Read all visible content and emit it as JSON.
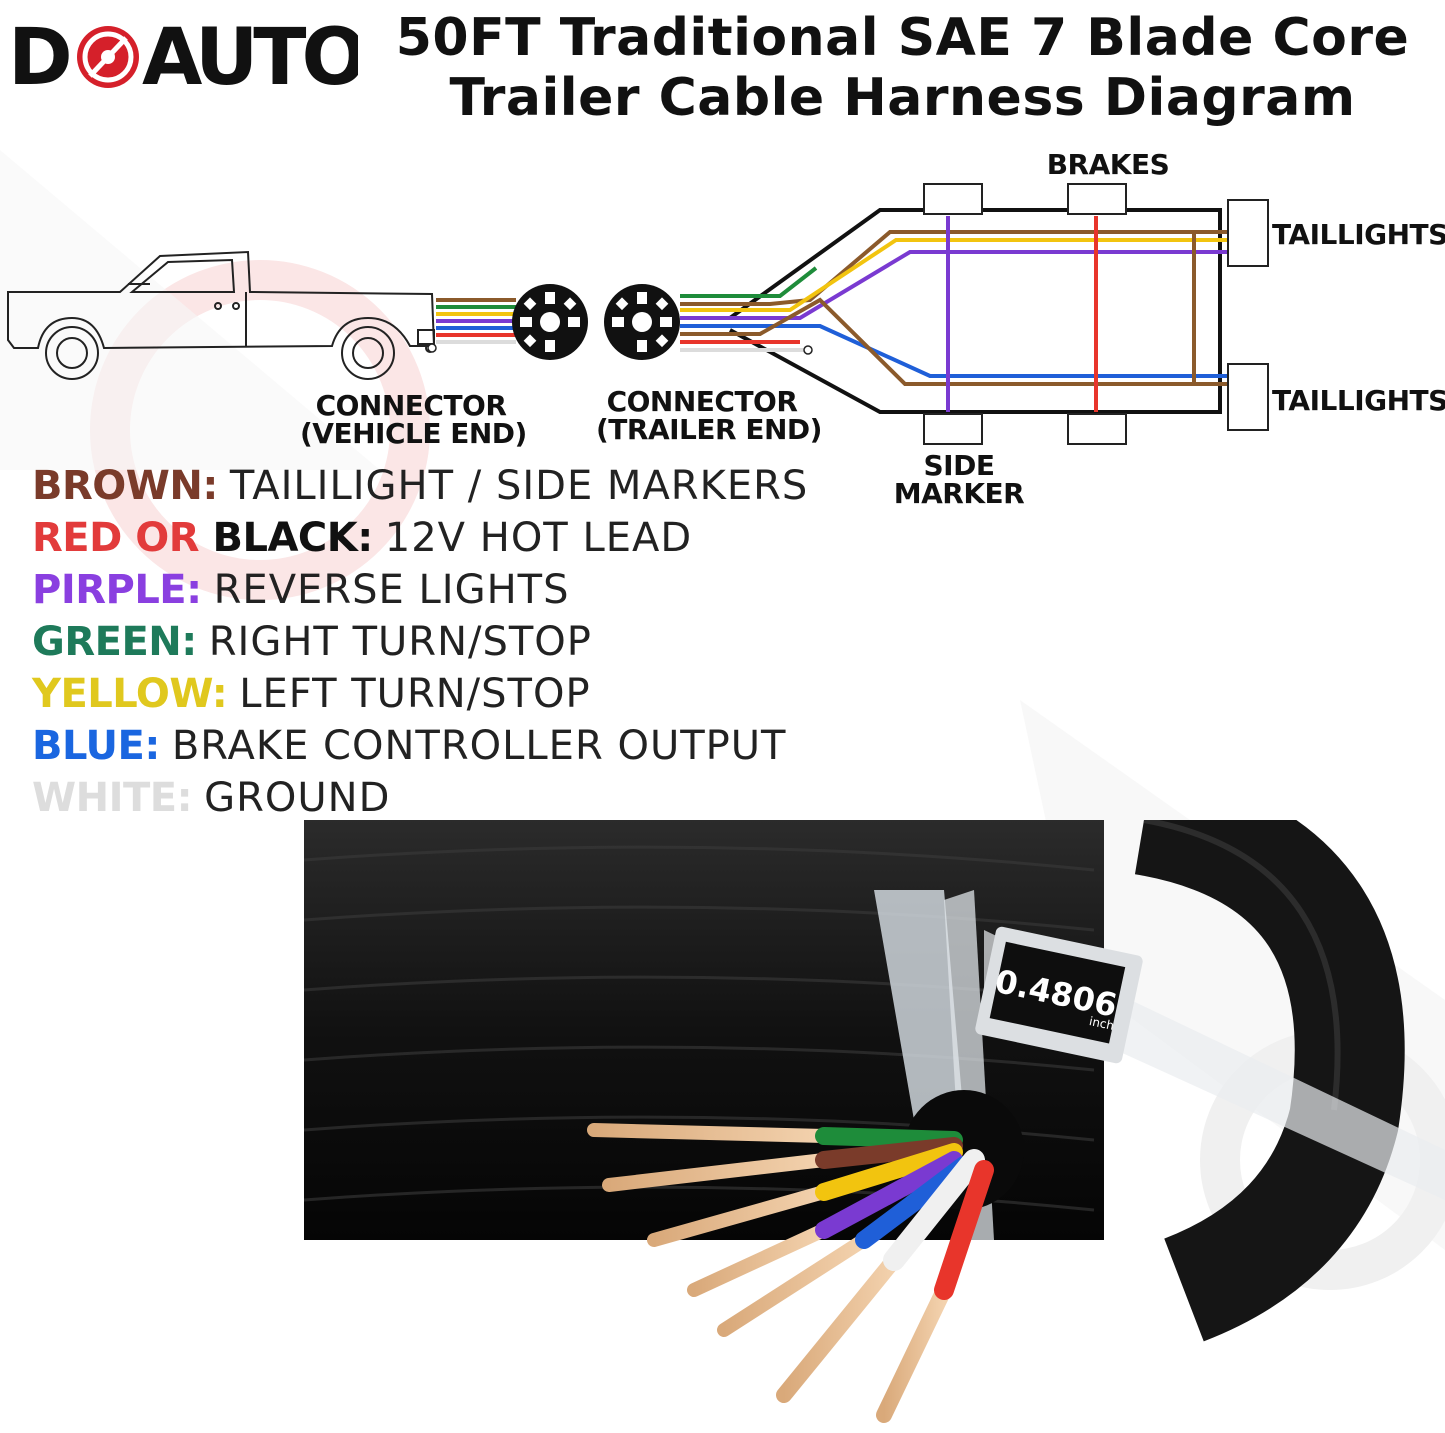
{
  "brand": {
    "name": "DOAUTO",
    "accent_color": "#d5202a"
  },
  "title": {
    "line1": "50FT Traditional SAE 7 Blade Core",
    "line2": "Trailer Cable Harness Diagram"
  },
  "diagram": {
    "labels": {
      "brakes": "BRAKES",
      "taillights_top": "TAILLIGHTS",
      "taillights_bottom": "TAILLIGHTS",
      "connector_vehicle_line1": "CONNECTOR",
      "connector_vehicle_line2": "(VEHICLE END)",
      "connector_trailer_line1": "CONNECTOR",
      "connector_trailer_line2": "(TRAILER END)",
      "side_marker_line1": "SIDE",
      "side_marker_line2": "MARKER"
    },
    "wire_colors": {
      "brown": "#8b5a2b",
      "red": "#e8352b",
      "purple": "#7a3ad1",
      "green": "#1e8c3a",
      "yellow": "#f2c40f",
      "blue": "#1f5fd8",
      "white": "#dcdcdc"
    }
  },
  "legend": [
    {
      "parts": [
        {
          "text": "BROWN:",
          "color": "#7a3b2a"
        }
      ],
      "value": "TAILILIGHT /  SIDE MARKERS"
    },
    {
      "parts": [
        {
          "text": "RED OR ",
          "color": "#e23b3b"
        },
        {
          "text": "BLACK:",
          "color": "#111111"
        }
      ],
      "value": "12V HOT LEAD"
    },
    {
      "parts": [
        {
          "text": "PIRPLE:",
          "color": "#8a3fe0"
        }
      ],
      "value": "REVERSE LIGHTS"
    },
    {
      "parts": [
        {
          "text": "GREEN:",
          "color": "#1e7a5a"
        }
      ],
      "value": "RIGHT TURN/STOP"
    },
    {
      "parts": [
        {
          "text": "YELLOW:",
          "color": "#e0c81e"
        }
      ],
      "value": "LEFT TURN/STOP"
    },
    {
      "parts": [
        {
          "text": "BLUE:",
          "color": "#1a66e0"
        }
      ],
      "value": "BRAKE CONTROLLER OUTPUT"
    },
    {
      "parts": [
        {
          "text": "WHITE:",
          "color": "#dddddd"
        }
      ],
      "value": "GROUND"
    }
  ],
  "caliper": {
    "reading": "0.4806",
    "unit": "inch"
  }
}
